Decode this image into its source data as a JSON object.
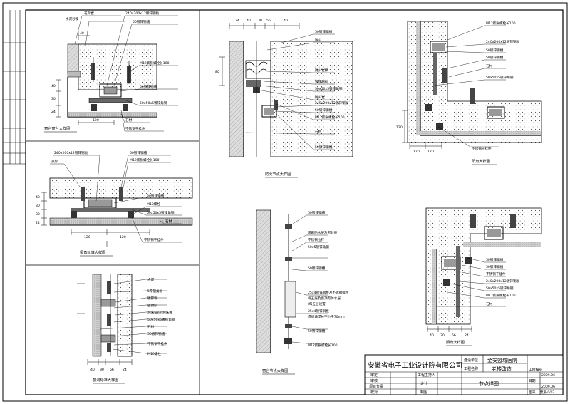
{
  "details": {
    "window_sill": {
      "title": "窗台窗台大样图",
      "dims_top": [
        "40"
      ],
      "dims_side": [
        "40",
        "30",
        "24"
      ],
      "dim_bottom": "120",
      "labels": [
        "花岗岩",
        "水泥砂浆",
        "240x200x12镀锌钢板",
        "50镀锌钢槽",
        "M12膨胀螺栓长100",
        "50镀锌钢槽",
        "50x50x5镀锌角钢",
        "石材",
        "不锈钢干挂件"
      ]
    },
    "beam_standard": {
      "title": "梁角标准大样图",
      "dims_side": [
        "24",
        "30",
        "30",
        "40"
      ],
      "dim_bottom": [
        "120",
        "120"
      ],
      "labels": [
        "点焊",
        "240x200x12镀锌钢板",
        "50镀锌钢槽",
        "M12膨胀螺栓长100",
        "50镀锌钢槽",
        "M10螺栓",
        "50x50x5镀锌角钢",
        "石材",
        "不锈钢干挂件"
      ]
    },
    "window_jamb": {
      "title": "窗洞标准大样图",
      "dims_bottom": [
        "40",
        "30",
        "56",
        "24"
      ],
      "labels": [
        "点焊",
        "5厚铝角板",
        "镀锌钢",
        "密封胶",
        "泡沫5mm泡沫棒",
        "50x50x5镀锌角钢",
        "石材",
        "50镀锌钢槽",
        "不锈钢干挂件",
        "M10螺栓"
      ]
    },
    "fire_node": {
      "title": "防火节点大样图",
      "dims_top": [
        "24",
        "40",
        "30",
        "56",
        "40"
      ],
      "dim_side": "80",
      "labels": [
        "50镀锌钢槽",
        "防火",
        "防火岩棉",
        "镀锌钢板",
        "50x50x5镀锌角钢",
        "防火岩",
        "240x200x12镀锌钢板",
        "50镀锌钢槽",
        "M12膨胀螺栓长100",
        "石材",
        "50镀锌钢槽"
      ]
    },
    "inner_corner": {
      "title": "阳角大样图",
      "dims_bottom": [
        "120",
        "120"
      ],
      "dim_side": "120",
      "labels": [
        "M12膨胀螺栓长100",
        "240x200x12镀锌钢板",
        "50镀锌钢槽",
        "50镀锌钢槽",
        "石材",
        "50x50x5镀锌角钢",
        "不锈钢干挂件"
      ]
    },
    "window_section": {
      "title": "窗台节点大样图",
      "labels": [
        "50镀锌钢槽",
        "隔断防水层及密封胶",
        "不锈钢拉钉",
        "50x5镀锌角钢",
        "50镀锌钢槽",
        "25x4镀锌钢板及不锈钢螺栓",
        "每五层及窗顶有防水层",
        "(每五层设置)",
        "25x4镀锌钢板",
        "焊缝满焊长不小于70mm",
        "50镀锌钢槽",
        "M12膨胀螺栓长100"
      ]
    },
    "outer_corner": {
      "title": "阴角大样图",
      "dims_bottom": [
        "40",
        "30",
        "56",
        "24"
      ],
      "labels": [
        "50镀锌钢槽",
        "50镀锌钢槽",
        "不锈钢干挂件",
        "240x200x12镀锌钢板",
        "50x50x5镀锌角钢",
        "M12膨胀螺栓长100",
        "石材"
      ]
    }
  },
  "title_block": {
    "company": "安徽省电子工业设计院有限公司",
    "client_label": "建设单位",
    "project_label": "工程名称",
    "client": "金安盟城医院",
    "project": "老楼改造",
    "drawing_title": "节点详图",
    "rows": [
      "审定",
      "审核",
      "项目负责",
      "校对"
    ],
    "sign": [
      "工程主持人",
      "设计",
      "制图"
    ],
    "right_labels": [
      "工程编号",
      "日期",
      "图号"
    ],
    "right_values": [
      "2009.06",
      "2009.06",
      "建施-0/07"
    ]
  }
}
